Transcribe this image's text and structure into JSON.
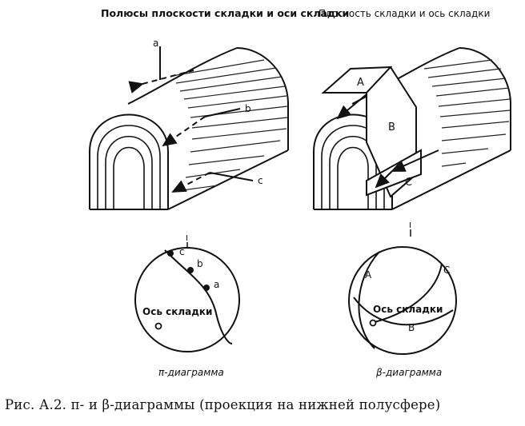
{
  "panels": {
    "left_title": "Полюсы плоскости складки и оси складки",
    "right_title": "Плоскость складки и ось складки"
  },
  "labels": {
    "pole_a": "a",
    "pole_b": "b",
    "pole_c": "c",
    "plane_A": "A",
    "plane_B": "B",
    "plane_C": "C",
    "fold_axis": "Ось складки",
    "north_mark": "I"
  },
  "diagrams": {
    "pi_caption": "π-диаграмма",
    "beta_caption": "β-диаграмма"
  },
  "figure_caption": "Рис. А.2. π- и β-диаграммы (проекция на нижней полусфере)"
}
